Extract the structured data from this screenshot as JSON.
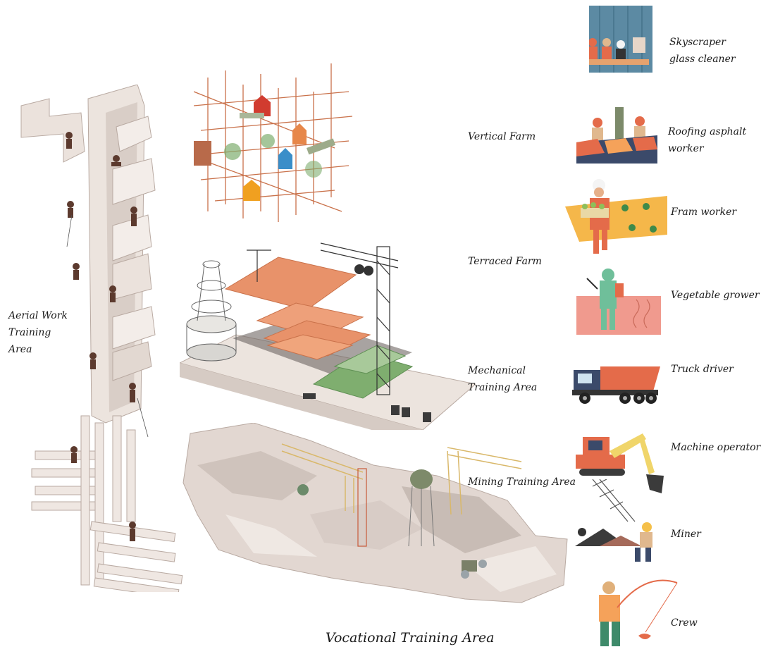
{
  "title": "Vocational Training Area",
  "areas": {
    "aerial": "Aerial Work Training Area",
    "vertical_farm": "Vertical Farm",
    "terraced_farm": "Terraced Farm",
    "mechanical": "Mechanical Training Area",
    "mining": "Mining Training Area"
  },
  "occupations": [
    {
      "label": "Skyscraper glass cleaner",
      "icon": "window-cleaner-icon"
    },
    {
      "label": "Roofing asphalt worker",
      "icon": "roofer-icon"
    },
    {
      "label": "Fram worker",
      "icon": "farm-worker-icon"
    },
    {
      "label": "Vegetable grower",
      "icon": "sprayer-icon"
    },
    {
      "label": "Truck driver",
      "icon": "truck-icon"
    },
    {
      "label": "Machine operator",
      "icon": "excavator-icon"
    },
    {
      "label": "Miner",
      "icon": "miner-icon"
    },
    {
      "label": "Crew",
      "icon": "fisherman-icon"
    }
  ],
  "colors": {
    "concrete": "#e8ddd6",
    "terrace": "#e8926a",
    "grid": "#c9714a",
    "green": "#7fae6f",
    "rock": "#d8ccc6",
    "steel": "#444444"
  }
}
